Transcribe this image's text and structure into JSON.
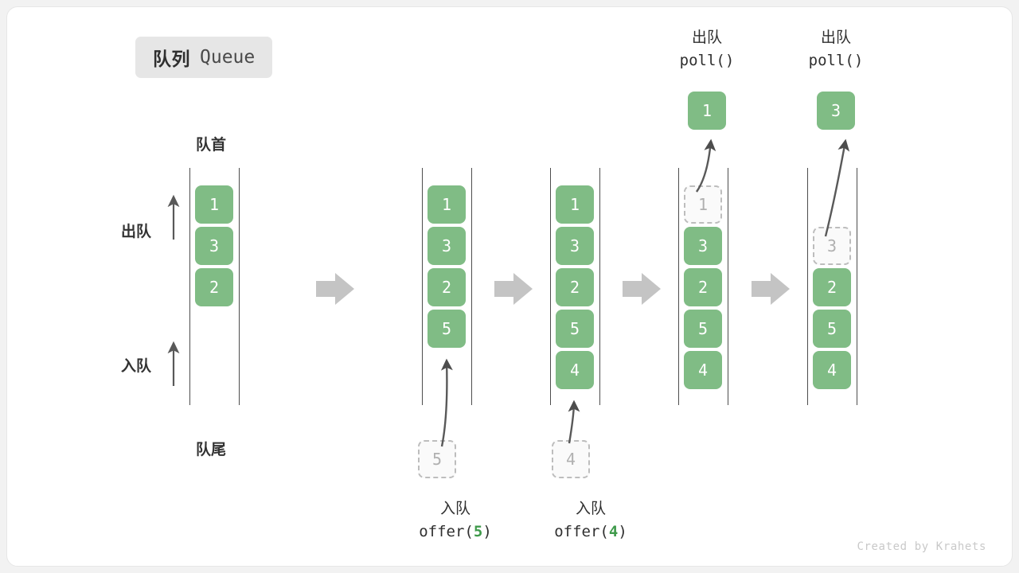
{
  "title": {
    "cn": "队列",
    "en": "Queue"
  },
  "labels": {
    "front": "队首",
    "rear": "队尾",
    "dequeue_side": "出队",
    "enqueue_side": "入队"
  },
  "colors": {
    "cell_green": "#80bc85",
    "ghost_border": "#bdbdbd",
    "ghost_text": "#b0b0b0",
    "rail": "#4d4d4d",
    "step_arrow": "#c4c4c4",
    "badge_bg": "#e6e6e6",
    "code_arg_green": "#3f9a4b",
    "text": "#2f2f2f",
    "card_bg": "#ffffff",
    "page_bg": "#f2f2f2"
  },
  "columns": [
    {
      "id": "initial",
      "cells": [
        {
          "value": "1",
          "state": "solid"
        },
        {
          "value": "3",
          "state": "solid"
        },
        {
          "value": "2",
          "state": "solid"
        }
      ]
    },
    {
      "id": "after-offer-5",
      "cells": [
        {
          "value": "1",
          "state": "solid"
        },
        {
          "value": "3",
          "state": "solid"
        },
        {
          "value": "2",
          "state": "solid"
        },
        {
          "value": "5",
          "state": "solid"
        }
      ],
      "incoming": {
        "value": "5",
        "state": "ghost"
      },
      "op": {
        "cn": "入队",
        "fn": "offer(",
        "arg": "5",
        "close": ")"
      }
    },
    {
      "id": "after-offer-4",
      "cells": [
        {
          "value": "1",
          "state": "solid"
        },
        {
          "value": "3",
          "state": "solid"
        },
        {
          "value": "2",
          "state": "solid"
        },
        {
          "value": "5",
          "state": "solid"
        },
        {
          "value": "4",
          "state": "solid"
        }
      ],
      "incoming": {
        "value": "4",
        "state": "ghost"
      },
      "op": {
        "cn": "入队",
        "fn": "offer(",
        "arg": "4",
        "close": ")"
      }
    },
    {
      "id": "after-poll-1",
      "cells": [
        {
          "value": "1",
          "state": "ghost"
        },
        {
          "value": "3",
          "state": "solid"
        },
        {
          "value": "2",
          "state": "solid"
        },
        {
          "value": "5",
          "state": "solid"
        },
        {
          "value": "4",
          "state": "solid"
        }
      ],
      "outgoing": {
        "value": "1"
      },
      "op": {
        "cn": "出队",
        "fn": "poll()"
      }
    },
    {
      "id": "after-poll-3",
      "cells": [
        {
          "value": "",
          "state": "empty"
        },
        {
          "value": "3",
          "state": "ghost"
        },
        {
          "value": "2",
          "state": "solid"
        },
        {
          "value": "5",
          "state": "solid"
        },
        {
          "value": "4",
          "state": "solid"
        }
      ],
      "outgoing": {
        "value": "3"
      },
      "op": {
        "cn": "出队",
        "fn": "poll()"
      }
    }
  ],
  "watermark": "Created by Krahets"
}
